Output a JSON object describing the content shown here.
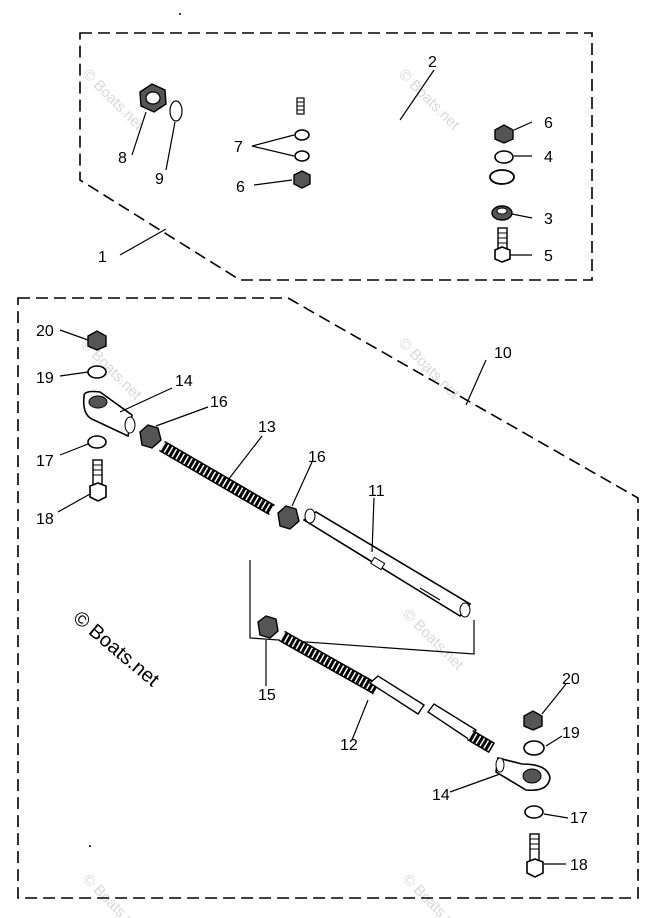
{
  "diagram": {
    "watermark_small": "© Boats.net",
    "watermark_large": "© Boats.net",
    "callouts": {
      "c1": "1",
      "c2": "2",
      "c3": "3",
      "c4": "4",
      "c5": "5",
      "c6a": "6",
      "c6b": "6",
      "c7": "7",
      "c8": "8",
      "c9": "9",
      "c10": "10",
      "c11": "11",
      "c12": "12",
      "c13": "13",
      "c14a": "14",
      "c14b": "14",
      "c15": "15",
      "c16a": "16",
      "c16b": "16",
      "c17a": "17",
      "c17b": "17",
      "c18a": "18",
      "c18b": "18",
      "c19a": "19",
      "c19b": "19",
      "c20a": "20",
      "c20b": "20"
    }
  }
}
